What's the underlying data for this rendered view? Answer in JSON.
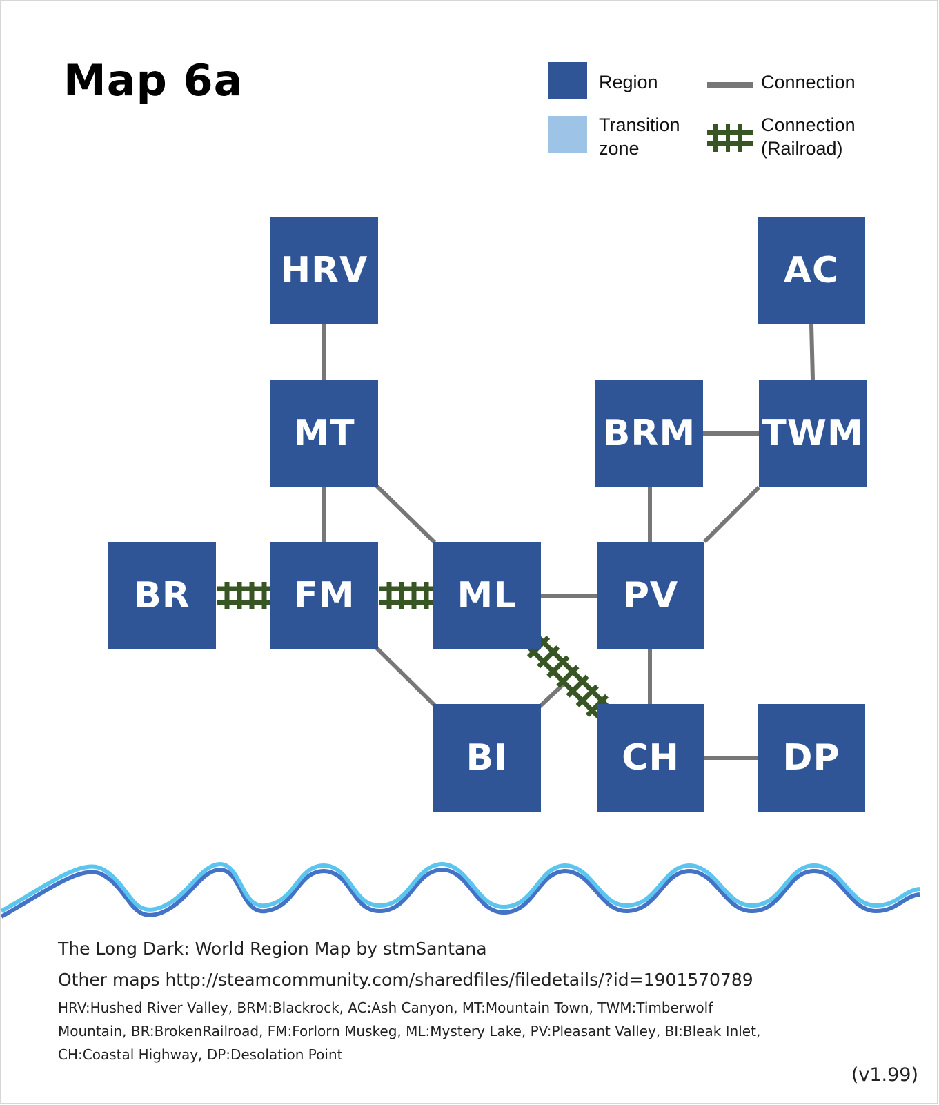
{
  "title": "Map 6a",
  "legend": {
    "region_label": "Region",
    "transition_label_1": "Transition",
    "transition_label_2": "zone",
    "connection_label": "Connection",
    "railroad_label_1": "Connection",
    "railroad_label_2": "(Railroad)"
  },
  "colors": {
    "region": "#2f5597",
    "transition": "#9dc3e6",
    "connection": "#777777",
    "railroad": "#375623",
    "wave_light": "#5bc5ef",
    "wave_dark": "#4472c4"
  },
  "regions": {
    "HRV": "HRV",
    "AC": "AC",
    "MT": "MT",
    "BRM": "BRM",
    "TWM": "TWM",
    "BR": "BR",
    "FM": "FM",
    "ML": "ML",
    "PV": "PV",
    "BI": "BI",
    "CH": "CH",
    "DP": "DP"
  },
  "connections": [
    [
      "HRV",
      "MT"
    ],
    [
      "AC",
      "TWM"
    ],
    [
      "BRM",
      "TWM"
    ],
    [
      "MT",
      "FM"
    ],
    [
      "MT",
      "ML"
    ],
    [
      "BRM",
      "PV"
    ],
    [
      "TWM",
      "PV"
    ],
    [
      "ML",
      "PV"
    ],
    [
      "FM",
      "BI"
    ],
    [
      "BI",
      "ML"
    ],
    [
      "PV",
      "CH"
    ],
    [
      "CH",
      "DP"
    ]
  ],
  "railroads": [
    [
      "BR",
      "FM"
    ],
    [
      "FM",
      "ML"
    ],
    [
      "ML",
      "CH"
    ]
  ],
  "footer": {
    "line1": "The Long Dark: World Region Map by stmSantana",
    "line2": "Other maps http://steamcommunity.com/sharedfiles/filedetails/?id=1901570789",
    "line3": "HRV:Hushed River Valley, BRM:Blackrock, AC:Ash Canyon, MT:Mountain Town, TWM:Timberwolf Mountain, BR:BrokenRailroad, FM:Forlorn Muskeg, ML:Mystery Lake, PV:Pleasant Valley, BI:Bleak Inlet, CH:Coastal Highway, DP:Desolation Point"
  },
  "version": "(v1.99)"
}
